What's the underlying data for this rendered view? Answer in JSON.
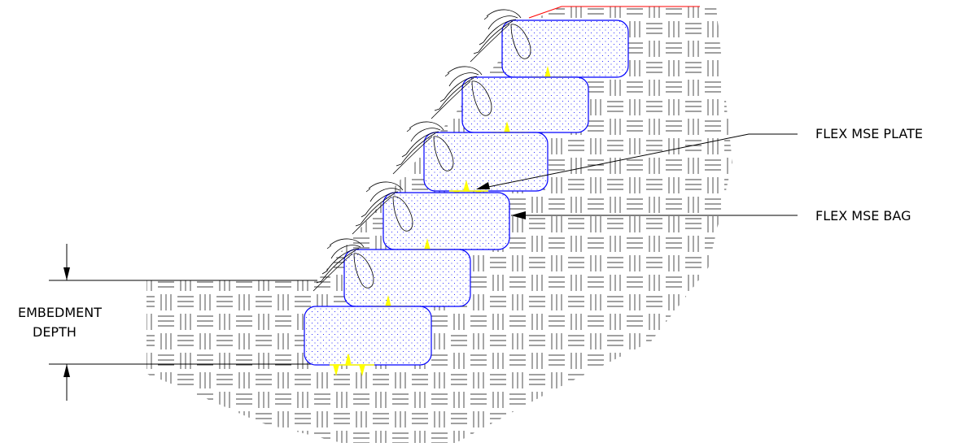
{
  "labels": {
    "plate": "FLEX MSE PLATE",
    "bag": "FLEX MSE BAG",
    "embedment_line1": "EMBEDMENT",
    "embedment_line2": "DEPTH"
  },
  "colors": {
    "bag_outline": "#0000ff",
    "bag_dots": "#0000ff",
    "plate": "#ffff00",
    "ground_line": "#ff0000",
    "soil_hatch": "#000000"
  },
  "icons": [
    "vegetation-icon",
    "arrow-down-icon",
    "arrow-up-icon",
    "leader-arrow-icon"
  ],
  "bags": [
    {
      "tier": 6
    },
    {
      "tier": 5
    },
    {
      "tier": 4
    },
    {
      "tier": 3
    },
    {
      "tier": 2
    },
    {
      "tier": 1
    }
  ]
}
